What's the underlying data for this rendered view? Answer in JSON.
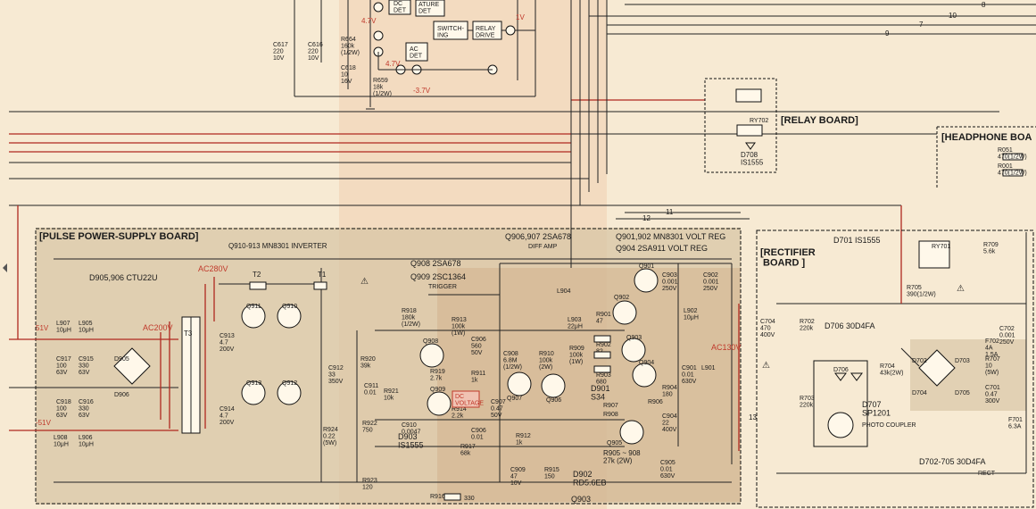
{
  "top_blocks": {
    "dc_det": "DC\nDET",
    "ature_det": "ATURE\nDET",
    "switching": "SWITCH-\nING",
    "relay_drive": "RELAY\nDRIVE",
    "ac_det": "AC\nDET",
    "v47a": "4.7V",
    "v47b": "4.7V",
    "v1": "1V",
    "v37": "-3.7V",
    "c617": "C617\n220\n10V",
    "c616": "C616\n220\n10V",
    "r664": "R664\n160k\n(1/2W)",
    "c618": "C618\n10\n16V",
    "r659": "R659\n18k\n(1/2W)"
  },
  "relay_board": {
    "title": "[RELAY BOARD]",
    "ry702": "RY702",
    "d708": "D708\nIS1555"
  },
  "headphone_board": {
    "title": "[HEADPHONE BOA",
    "r051": "R051\n470(1/2W)",
    "r001": "R001\n470(1/2W)"
  },
  "pulse_board": {
    "title": "[PULSE POWER-SUPPLY BOARD]",
    "q910": "Q910-913  MN8301  INVERTER",
    "d905": "D905,906  CTU22U",
    "q908": "Q908  2SA678",
    "q909": "Q909  2SC1364",
    "trigger": "TRIGGER",
    "q906": "Q906,907  2SA678",
    "diff_amp": "DIFF AMP",
    "q901": "Q901,902  MN8301  VOLT REG",
    "q904": "Q904  2SA911  VOLT REG",
    "ac280": "AC280V",
    "ac200": "AC200V",
    "ac130": "AC130V",
    "v51a": "51V",
    "v51b": "-51V",
    "t1": "T1",
    "t2": "T2",
    "t3": "T3",
    "d903": "D903\nIS1555",
    "d902": "D902\nRD5.6EB",
    "d901": "D901\nS34",
    "r905": "R905 ~ 908\n27k (2W)",
    "q903": "Q903",
    "r916": "R916",
    "r916v": "330",
    "dc_voltage": "DC\nVOLTAGE",
    "l907": "L907\n10μH",
    "l905": "L905\n10μH",
    "c917": "C917\n100\n63V",
    "c915": "C915\n330\n63V",
    "c918": "C918\n100\n63V",
    "c916": "C916\n330\n63V",
    "l908": "L908\n10μH",
    "l906": "L906\n10μH",
    "c913": "C913\n4.7\n200V",
    "c914": "C914\n4.7\n200V",
    "c912": "C912\n33\n350V",
    "c911": "C911\n0.01",
    "r920": "R920\n39k",
    "r921": "R921\n10k",
    "r922": "R922\n750",
    "c910": "C910\n0.0047",
    "r924": "R924\n0.22\n(5W)",
    "r923": "R923\n120",
    "r918": "R918\n180k\n(1/2W)",
    "r913": "R913\n100k\n(1W)",
    "r919": "R919\n2.7k",
    "r914": "R914\n2.2k",
    "r917": "R917\n68k",
    "c909": "C909\n47\n10V",
    "r915": "R915\n150",
    "c906": "C906\n560\n50V",
    "r911": "R911\n1k",
    "c908": "C908\n6.8M\n(1/2W)",
    "r910": "R910\n100k\n(2W)",
    "c907": "C907\n0.47\n50V",
    "c906b": "C906\n0.01",
    "r912": "R912\n1k",
    "r909": "R909\n100k\n(1W)",
    "l904": "L904",
    "l903": "L903\n22μH",
    "r901": "R901\n47",
    "r902": "R902\n82",
    "r903": "R903\n680",
    "r904": "R904\n180",
    "c904": "C904\n22\n400V",
    "c903": "C903\n0.001\n250V",
    "c902": "C902\n0.001\n250V",
    "l902": "L902\n10μH",
    "c901": "C901\n0.01\n630V",
    "l901": "L901",
    "c905": "C905\n0.01\n630V",
    "r907": "R907",
    "r908": "R908",
    "r906": "R906",
    "q911": "Q911",
    "q910b": "Q910",
    "q913": "Q913",
    "q912": "Q912",
    "q908b": "Q908",
    "q909b": "Q909",
    "q907": "Q907",
    "q906b": "Q906",
    "q902": "Q902",
    "q901b": "Q901",
    "q904b": "Q904",
    "q905": "Q905"
  },
  "rectifier_board": {
    "title": "[RECTIFIER\n BOARD ]",
    "d701": "D701  IS1555",
    "ry701": "RY701",
    "r709": "R709\n5.6k",
    "r705": "R705\n390(1/2W)",
    "d706": "D706  30D4FA",
    "c704": "C704\n470\n400V",
    "r702": "R702\n220k",
    "r703": "R703\n220k",
    "d705": "D706",
    "r704": "R704\n43k(2W)",
    "d707": "D707\nSP1201",
    "photo": "PHOTO COUPLER",
    "c702": "C702\n0.001\n250V",
    "f702": "F702\n4A\n1.5A",
    "r707": "R707\n10\n(5W)",
    "c701": "C701\n0.47\n300V",
    "f701": "F701\n6.3A",
    "d702": "D702-705  30D4FA",
    "rect": "RECT",
    "d702b": "D702",
    "d703": "D703",
    "d704": "D704",
    "d705b": "D705"
  },
  "bus_numbers": {
    "n7": "7",
    "n8": "8",
    "n9": "9",
    "n10": "10",
    "n11": "11",
    "n12": "12",
    "n13": "13"
  },
  "colors": {
    "paper": "#f7ead3",
    "board_shade": "#d8c6a6",
    "red_wire": "#b0281f"
  }
}
